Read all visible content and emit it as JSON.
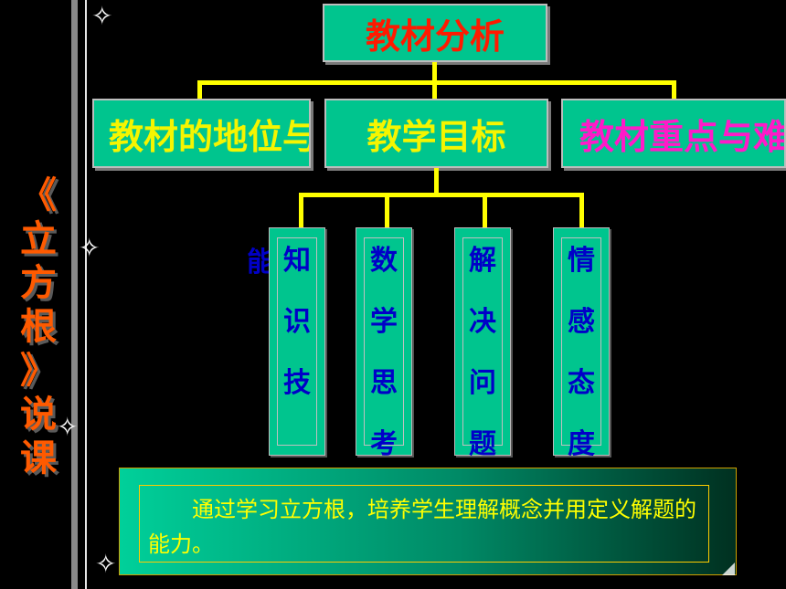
{
  "side_title": [
    "《",
    "立",
    "方",
    "根",
    "》",
    "说",
    "课"
  ],
  "top_node": "教材分析",
  "middle_nodes": {
    "left": "教材的地位与作用",
    "center": "教学目标",
    "right": "教材重点与难点"
  },
  "stray_text": "能",
  "goal_boxes": [
    {
      "chars": [
        "知",
        "识",
        "技"
      ]
    },
    {
      "chars": [
        "数",
        "学",
        "思",
        "考"
      ]
    },
    {
      "chars": [
        "解",
        "决",
        "问",
        "题"
      ]
    },
    {
      "chars": [
        "情",
        "感",
        "态",
        "度"
      ]
    }
  ],
  "bottom_text": "通过学习立方根，培养学生理解概念并用定义解题的能力。",
  "colors": {
    "box_fill": "#00c58e",
    "connector": "#ffff00",
    "side_title": "#ff5a00",
    "top_node_text": "#ff1a00",
    "middle_text": "#f5f500",
    "right_text": "#ff1ac8",
    "goal_text": "#0000c8"
  },
  "icons": [
    "sparkle-star-icon"
  ]
}
